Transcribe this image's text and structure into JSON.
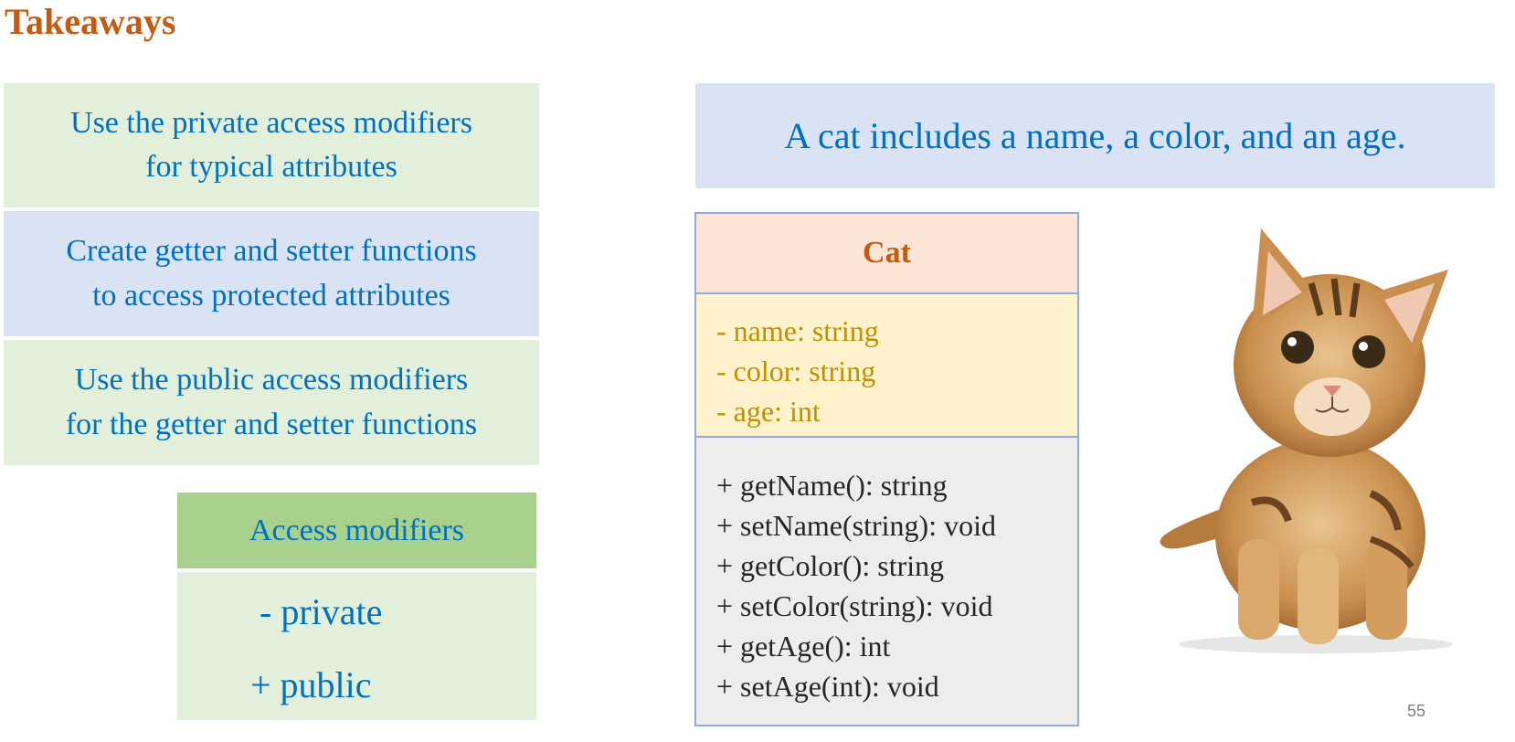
{
  "title": "Takeaways",
  "takeaways": [
    {
      "line1": "Use the private access modifiers",
      "line2": "for typical attributes"
    },
    {
      "line1": "Create getter and setter functions",
      "line2": "to access protected attributes"
    },
    {
      "line1": "Use the public access modifiers",
      "line2": "for the getter and setter functions"
    }
  ],
  "access_modifiers": {
    "header": "Access modifiers",
    "items": [
      "- private",
      "+ public"
    ]
  },
  "statement": "A cat includes a name, a color, and an age.",
  "uml": {
    "class_name": "Cat",
    "attributes": [
      "- name: string",
      "- color: string",
      "- age: int"
    ],
    "methods": [
      "+ getName(): string",
      "+ setName(string): void",
      "+ getColor(): string",
      "+ setColor(string): void",
      "+ getAge(): int",
      "+ setAge(int): void"
    ]
  },
  "image": {
    "icon": "kitten-photo"
  },
  "page_number": "55",
  "colors": {
    "title": "#C55A11",
    "text_blue": "#0070C0",
    "green_fill": "#E2EFDA",
    "blue_fill": "#DAE3F3",
    "header_green": "#A9D18E",
    "uml_name_fill": "#FCE4D6",
    "uml_attr_fill": "#FFF2CC",
    "uml_attr_text": "#BF9000",
    "uml_method_fill": "#EDEDED",
    "uml_border": "#8FAADC"
  }
}
